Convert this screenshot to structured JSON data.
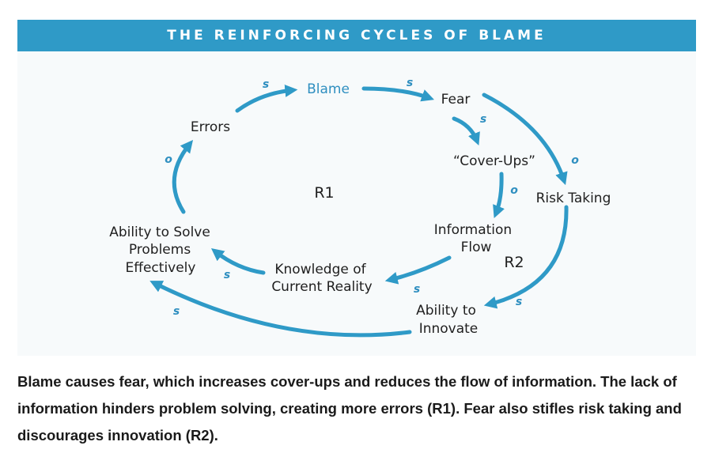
{
  "header": {
    "title": "THE REINFORCING CYCLES OF BLAME"
  },
  "diagram": {
    "nodes": {
      "blame": "Blame",
      "fear": "Fear",
      "cover_ups": "“Cover-Ups”",
      "risk_taking": "Risk Taking",
      "information_flow": [
        "Information",
        "Flow"
      ],
      "knowledge": [
        "Knowledge of",
        "Current Reality"
      ],
      "ability_innovate": [
        "Ability to",
        "Innovate"
      ],
      "ability_solve": [
        "Ability to Solve",
        "Problems",
        "Effectively"
      ],
      "errors": "Errors"
    },
    "loops": {
      "r1": "R1",
      "r2": "R2"
    },
    "polarity": {
      "errors_blame": "s",
      "blame_fear": "s",
      "fear_coverups": "s",
      "fear_risk": "o",
      "coverups_info": "o",
      "info_knowledge": "s",
      "knowledge_solve": "s",
      "risk_innovate": "s",
      "innovate_solve": "s",
      "solve_errors": "o"
    },
    "colors": {
      "arrow": "#2f9ac7",
      "polarity": "#2f8fc0",
      "banner": "#2f9ac7"
    }
  },
  "caption": {
    "text": "Blame causes fear, which increases cover-ups and reduces the flow of information. The lack of information hinders problem solving, creating more errors (R1). Fear also stifles risk taking and discourages innovation (R2)."
  }
}
